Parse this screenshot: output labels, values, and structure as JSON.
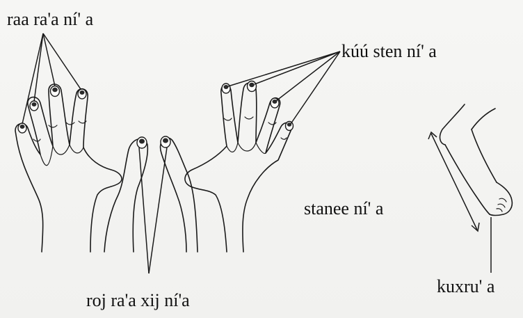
{
  "labels": {
    "fingernails": "raa ra'a ní' a",
    "knuckles": "kúú sten ní' a",
    "thumbnails": "roj ra'a xij ní'a",
    "arm": "stanee ní' a",
    "elbow": "kuxru' a"
  }
}
